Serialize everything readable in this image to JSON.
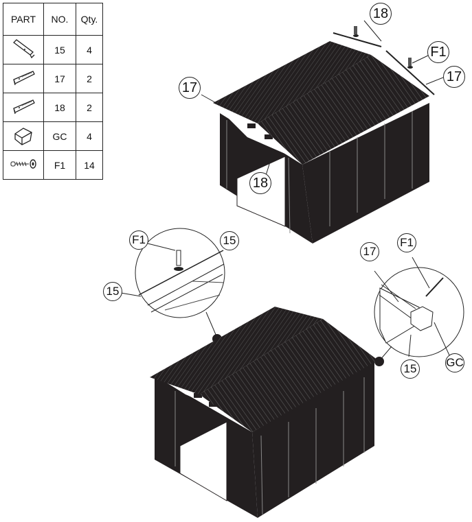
{
  "parts_table": {
    "headers": {
      "part": "PART",
      "no": "NO.",
      "qty": "Qty."
    },
    "rows": [
      {
        "icon": "c-channel-beam-icon",
        "no": "15",
        "qty": "4"
      },
      {
        "icon": "roof-trim-bracket-icon",
        "no": "17",
        "qty": "2"
      },
      {
        "icon": "roof-trim-bracket-icon",
        "no": "18",
        "qty": "2"
      },
      {
        "icon": "gable-cap-cube-icon",
        "no": "GC",
        "qty": "4"
      },
      {
        "icon": "screw-washer-icon",
        "no": "F1",
        "qty": "14"
      }
    ]
  },
  "callouts": {
    "top_ridge_18": "18",
    "top_f1": "F1",
    "top_right_17": "17",
    "top_left_17": "17",
    "top_door_18": "18",
    "detail_left_f1": "F1",
    "detail_left_15_top": "15",
    "detail_left_15_left": "15",
    "detail_right_17": "17",
    "detail_right_f1": "F1",
    "detail_right_gc": "GC",
    "detail_right_15": "15"
  },
  "colors": {
    "shed": "#231f20",
    "line": "#222222",
    "background": "#ffffff"
  }
}
